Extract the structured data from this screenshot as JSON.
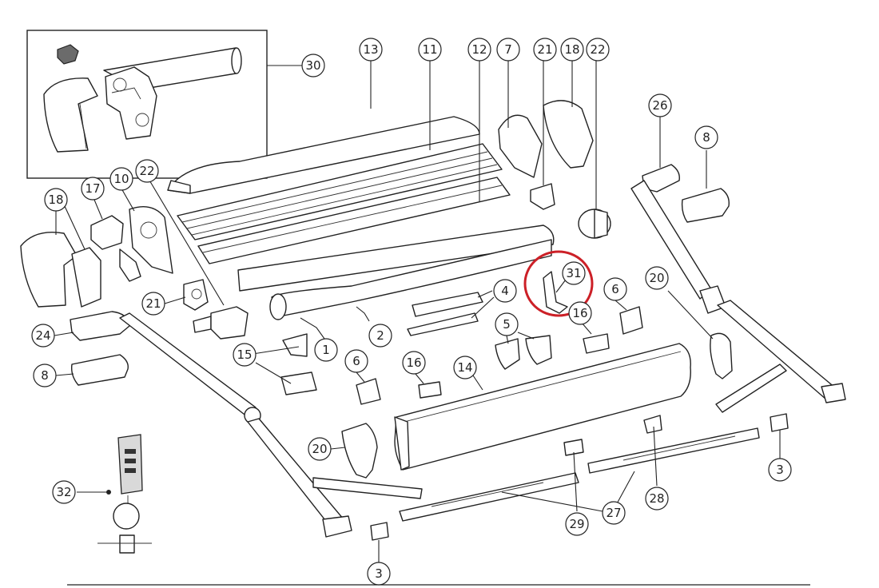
{
  "callouts": {
    "c1": "1",
    "c2": "2",
    "c3a": "3",
    "c3b": "3",
    "c4": "4",
    "c5": "5",
    "c6a": "6",
    "c6b": "6",
    "c7": "7",
    "c8a": "8",
    "c8b": "8",
    "c10": "10",
    "c11": "11",
    "c12": "12",
    "c13": "13",
    "c14": "14",
    "c15": "15",
    "c16a": "16",
    "c16b": "16",
    "c17": "17",
    "c18a": "18",
    "c18b": "18",
    "c20a": "20",
    "c20b": "20",
    "c21a": "21",
    "c21b": "21",
    "c22a": "22",
    "c22b": "22",
    "c24": "24",
    "c26": "26",
    "c27": "27",
    "c28": "28",
    "c29": "29",
    "c30": "30",
    "c31": "31",
    "c32": "32"
  },
  "highlight": {
    "part": "31",
    "color": "#cc2027"
  },
  "colors": {
    "line": "#222222",
    "fill": "#ffffff",
    "shade": "#d9d9d9"
  }
}
